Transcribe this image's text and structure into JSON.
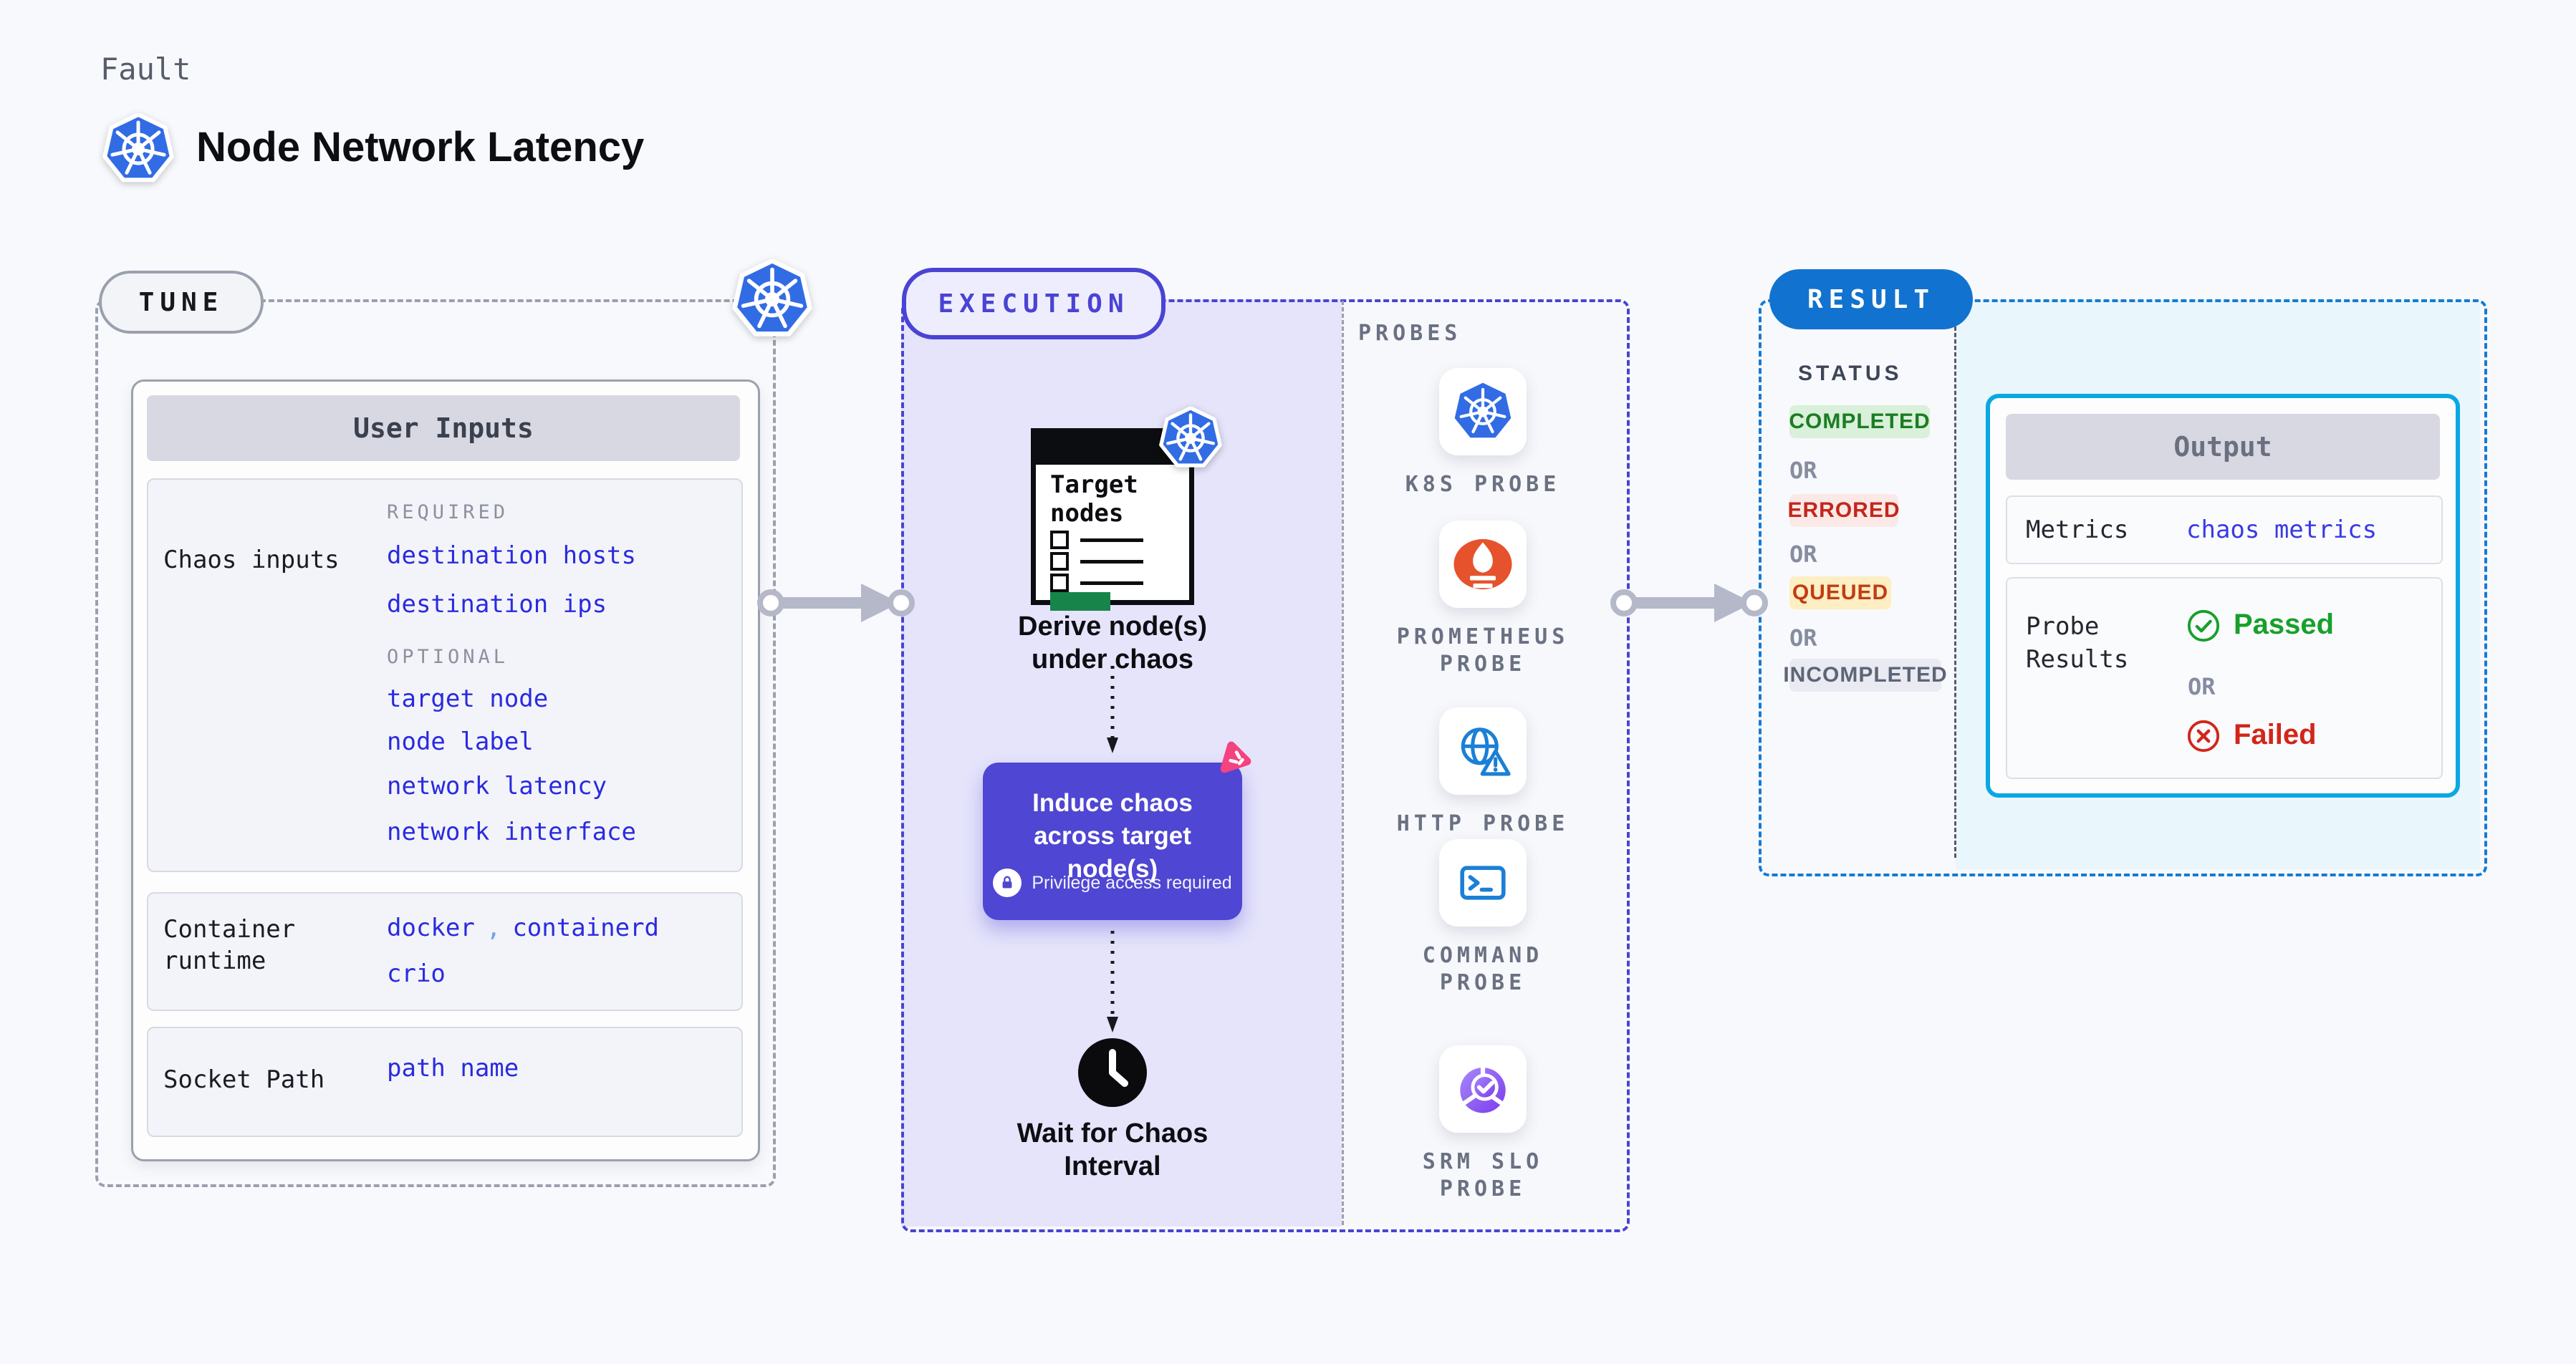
{
  "header": {
    "eyebrow": "Fault",
    "title": "Node Network Latency"
  },
  "colors": {
    "accent_indigo": "#4a43d3",
    "accent_blue": "#1173cf",
    "accent_cyan": "#0ba7e3",
    "link_blue": "#2a2ae0",
    "execution_bg": "#e5e4fb",
    "result_bg": "#e9f6fc",
    "completed_fg": "#1b7d22",
    "errored_fg": "#c3271b",
    "queued_fg": "#c13d12",
    "incompleted_fg": "#5d6576",
    "passed_green": "#17a02b",
    "failed_red": "#d3251a",
    "prometheus_orange": "#e6522c",
    "kubernetes_blue": "#326ce5",
    "litmus_pink": "#f4437e",
    "doc_green": "#17854a"
  },
  "tune": {
    "badge": "TUNE",
    "user_inputs": {
      "title": "User Inputs",
      "chaos_inputs": {
        "label": "Chaos inputs",
        "required_heading": "REQUIRED",
        "required_items": [
          "destination hosts",
          "destination ips"
        ],
        "optional_heading": "OPTIONAL",
        "optional_items": [
          "target node",
          "node label",
          "network latency",
          "network interface"
        ]
      },
      "container_runtime": {
        "label": "Container runtime",
        "values": [
          "docker",
          "containerd",
          "crio"
        ],
        "separator": ","
      },
      "socket_path": {
        "label": "Socket Path",
        "value": "path name"
      }
    }
  },
  "execution": {
    "badge": "EXECUTION",
    "target_doc": {
      "title": "Target nodes",
      "icon": "kubernetes-icon"
    },
    "derive_label": "Derive node(s) under chaos",
    "induce_card": {
      "title": "Induce chaos across target node(s)",
      "privilege_note": "Privilege access required",
      "lock_icon": "lock-icon",
      "corner_icon": "litmus-chaos-icon"
    },
    "wait_label": "Wait for Chaos Interval",
    "clock_icon": "clock-icon",
    "probes": {
      "heading": "PROBES",
      "items": [
        {
          "label": "K8S PROBE",
          "icon": "kubernetes-icon"
        },
        {
          "label": "PROMETHEUS PROBE",
          "icon": "prometheus-icon"
        },
        {
          "label": "HTTP PROBE",
          "icon": "http-globe-warning-icon"
        },
        {
          "label": "COMMAND PROBE",
          "icon": "terminal-icon"
        },
        {
          "label": "SRM SLO PROBE",
          "icon": "slo-chart-check-icon"
        }
      ]
    }
  },
  "result": {
    "badge": "RESULT",
    "status": {
      "heading": "STATUS",
      "separator": "OR",
      "items": [
        {
          "label": "COMPLETED"
        },
        {
          "label": "ERRORED"
        },
        {
          "label": "QUEUED"
        },
        {
          "label": "INCOMPLETED"
        }
      ]
    },
    "output": {
      "title": "Output",
      "metrics": {
        "label": "Metrics",
        "value": "chaos metrics"
      },
      "probe_results": {
        "label": "Probe Results",
        "passed": "Passed",
        "or": "OR",
        "failed": "Failed",
        "passed_icon": "check-circle-icon",
        "failed_icon": "x-circle-icon"
      }
    }
  }
}
